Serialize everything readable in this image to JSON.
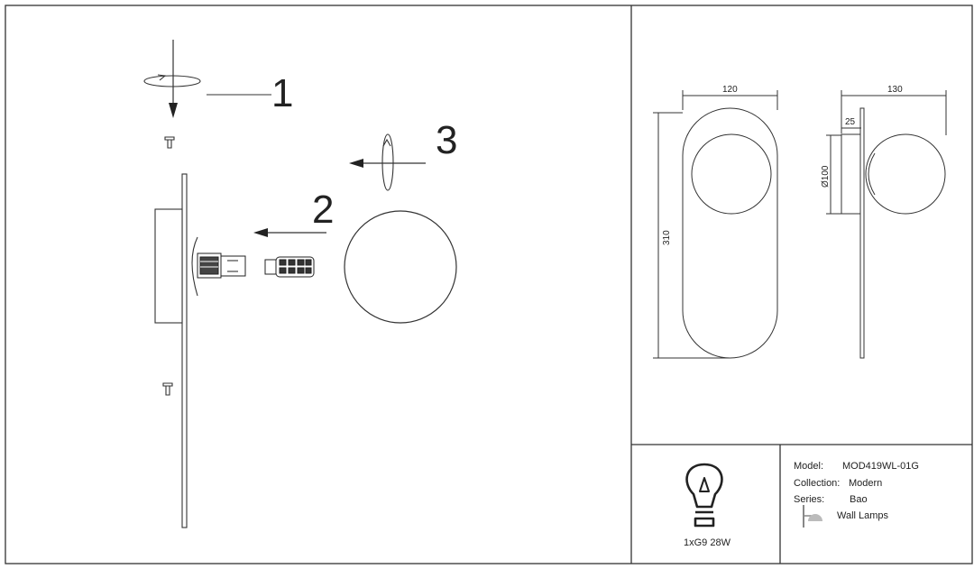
{
  "steps": [
    "1",
    "2",
    "3"
  ],
  "dimensions": {
    "width_front": "120",
    "width_side": "130",
    "depth_base": "25",
    "globe_diameter": "Ø100",
    "height": "310"
  },
  "bulb_spec": "1xG9 28W",
  "info": {
    "model_label": "Model:",
    "model_value": "MOD419WL-01G",
    "collection_label": "Collection:",
    "collection_value": "Modern",
    "series_label": "Series:",
    "series_value": "Bao",
    "category_value": "Wall Lamps"
  },
  "icons": [
    "screw-icon",
    "rotate-arrow-icon",
    "bulb-icon",
    "wall-lamp-icon"
  ]
}
